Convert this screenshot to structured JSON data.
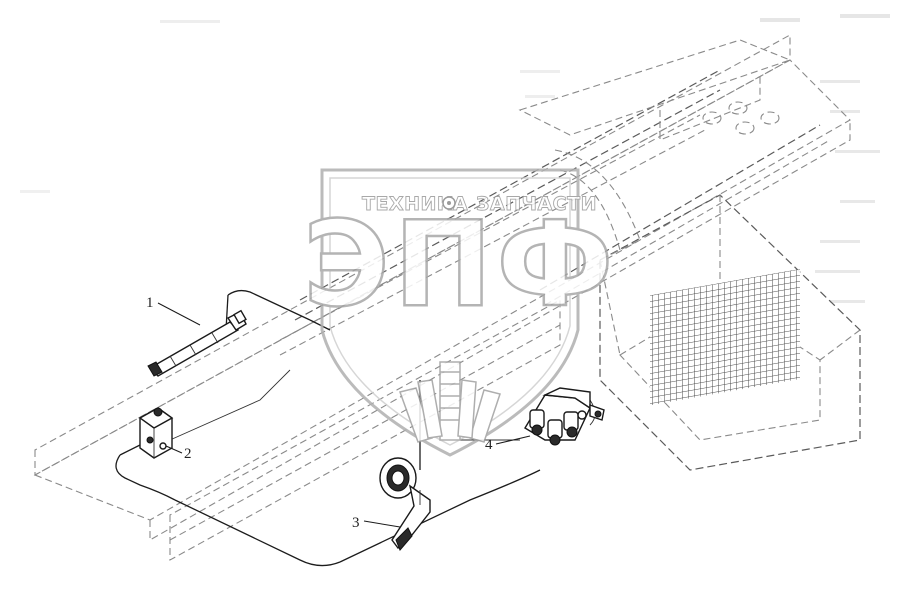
{
  "diagram": {
    "callouts": [
      {
        "id": "part-1",
        "label": "1"
      },
      {
        "id": "part-2",
        "label": "2"
      },
      {
        "id": "part-3",
        "label": "3"
      },
      {
        "id": "part-4",
        "label": "4"
      }
    ]
  },
  "watermark": {
    "line1_left": "ТЕХНИКА",
    "line1_right": "ЗАПЧАСТИ",
    "logo": "ЭПФ"
  },
  "colors": {
    "line": "#1a1a1a",
    "dashed": "#8a8a8a",
    "watermark": "#a8a8a8"
  }
}
